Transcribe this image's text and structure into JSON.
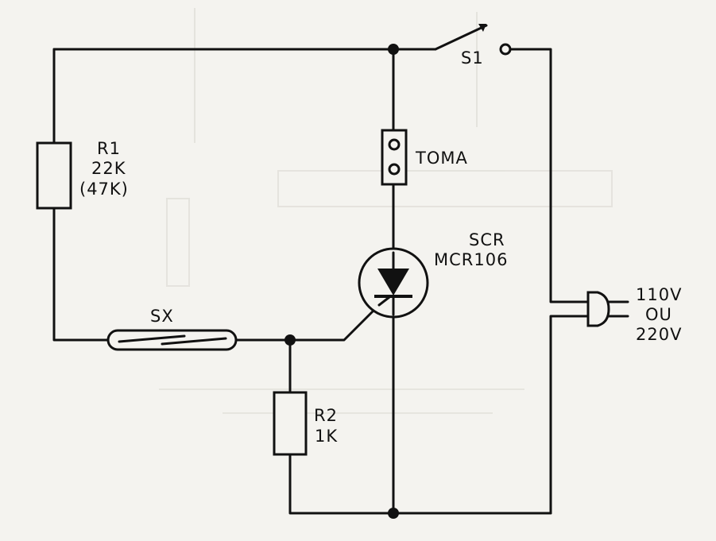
{
  "labels": {
    "s1": "S1",
    "toma": "TOMA",
    "r1_name": "R1",
    "r1_value": "22K",
    "r1_alt": "(47K)",
    "scr_name": "SCR",
    "scr_part": "MCR106",
    "sx": "SX",
    "r2_name": "R2",
    "r2_value": "1K",
    "supply_1": "110V",
    "supply_2": "OU",
    "supply_3": "220V"
  },
  "colors": {
    "ink": "#111111",
    "paper": "#f4f3ef",
    "bleed_through": "#cfcdc6"
  },
  "icons": {
    "switch": "spst-switch-icon",
    "socket": "outlet-socket-icon",
    "scr": "thyristor-icon",
    "reed": "reed-switch-icon",
    "plug": "mains-plug-icon"
  }
}
